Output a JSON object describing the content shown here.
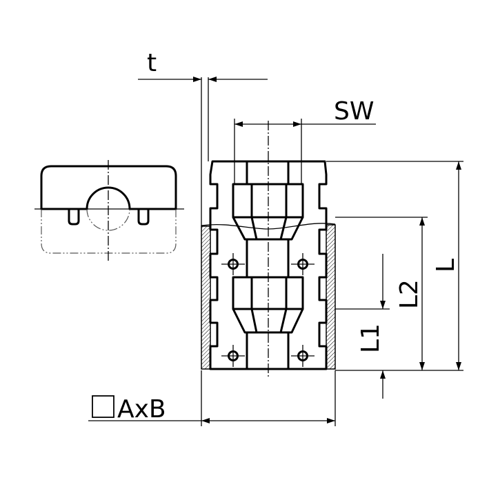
{
  "drawing": {
    "dimensions": {
      "thickness": "t",
      "wrench_size": "SW",
      "length": "L",
      "length_2": "L2",
      "length_1": "L1",
      "cross_section": "AxB"
    }
  }
}
